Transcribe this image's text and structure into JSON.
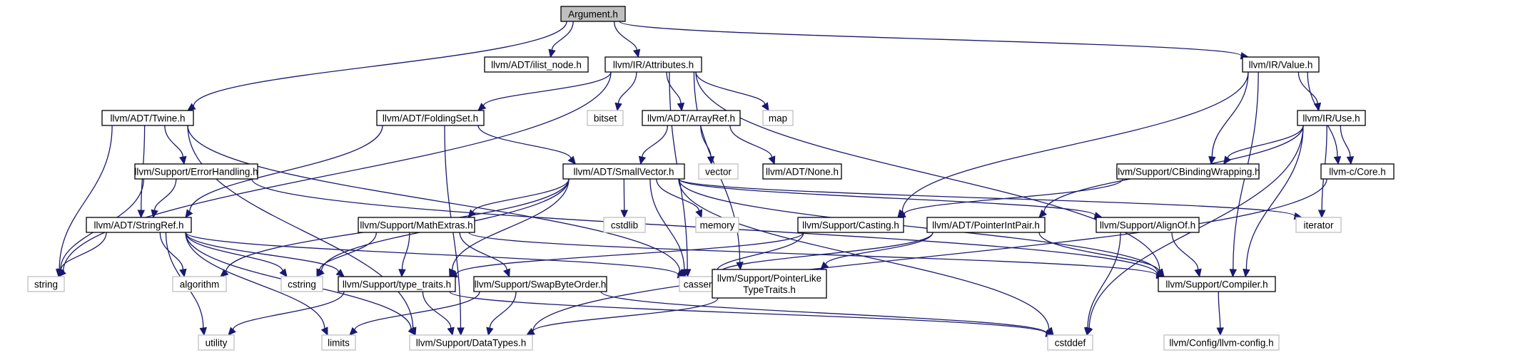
{
  "graph": {
    "root": "Argument.h",
    "nodes": [
      {
        "id": "argument",
        "label": [
          "Argument.h"
        ],
        "kind": "root"
      },
      {
        "id": "ilist",
        "label": [
          "llvm/ADT/ilist_node.h"
        ],
        "kind": "project"
      },
      {
        "id": "attributes",
        "label": [
          "llvm/IR/Attributes.h"
        ],
        "kind": "project"
      },
      {
        "id": "value",
        "label": [
          "llvm/IR/Value.h"
        ],
        "kind": "project"
      },
      {
        "id": "twine",
        "label": [
          "llvm/ADT/Twine.h"
        ],
        "kind": "project"
      },
      {
        "id": "foldingset",
        "label": [
          "llvm/ADT/FoldingSet.h"
        ],
        "kind": "project"
      },
      {
        "id": "bitset",
        "label": [
          "bitset"
        ],
        "kind": "system"
      },
      {
        "id": "arrayref",
        "label": [
          "llvm/ADT/ArrayRef.h"
        ],
        "kind": "project"
      },
      {
        "id": "map",
        "label": [
          "map"
        ],
        "kind": "system"
      },
      {
        "id": "use",
        "label": [
          "llvm/IR/Use.h"
        ],
        "kind": "project"
      },
      {
        "id": "errorhandling",
        "label": [
          "llvm/Support/ErrorHandling.h"
        ],
        "kind": "project"
      },
      {
        "id": "smallvector",
        "label": [
          "llvm/ADT/SmallVector.h"
        ],
        "kind": "project"
      },
      {
        "id": "vector",
        "label": [
          "vector"
        ],
        "kind": "system"
      },
      {
        "id": "none",
        "label": [
          "llvm/ADT/None.h"
        ],
        "kind": "project"
      },
      {
        "id": "cbinding",
        "label": [
          "llvm/Support/CBindingWrapping.h"
        ],
        "kind": "project"
      },
      {
        "id": "core",
        "label": [
          "llvm-c/Core.h"
        ],
        "kind": "project"
      },
      {
        "id": "stringref",
        "label": [
          "llvm/ADT/StringRef.h"
        ],
        "kind": "project"
      },
      {
        "id": "mathextras",
        "label": [
          "llvm/Support/MathExtras.h"
        ],
        "kind": "project"
      },
      {
        "id": "cstdlib",
        "label": [
          "cstdlib"
        ],
        "kind": "system"
      },
      {
        "id": "memory",
        "label": [
          "memory"
        ],
        "kind": "system"
      },
      {
        "id": "casting",
        "label": [
          "llvm/Support/Casting.h"
        ],
        "kind": "project"
      },
      {
        "id": "pointerintpair",
        "label": [
          "llvm/ADT/PointerIntPair.h"
        ],
        "kind": "project"
      },
      {
        "id": "alignof",
        "label": [
          "llvm/Support/AlignOf.h"
        ],
        "kind": "project"
      },
      {
        "id": "iterator",
        "label": [
          "iterator"
        ],
        "kind": "system"
      },
      {
        "id": "string",
        "label": [
          "string"
        ],
        "kind": "system"
      },
      {
        "id": "algorithm",
        "label": [
          "algorithm"
        ],
        "kind": "system"
      },
      {
        "id": "cstring",
        "label": [
          "cstring"
        ],
        "kind": "system"
      },
      {
        "id": "typetraits",
        "label": [
          "llvm/Support/type_traits.h"
        ],
        "kind": "project"
      },
      {
        "id": "swapbyteorder",
        "label": [
          "llvm/Support/SwapByteOrder.h"
        ],
        "kind": "project"
      },
      {
        "id": "cassert",
        "label": [
          "cassert"
        ],
        "kind": "system"
      },
      {
        "id": "pointerlike",
        "label": [
          "llvm/Support/PointerLike",
          "TypeTraits.h"
        ],
        "kind": "project"
      },
      {
        "id": "compiler",
        "label": [
          "llvm/Support/Compiler.h"
        ],
        "kind": "project"
      },
      {
        "id": "utility",
        "label": [
          "utility"
        ],
        "kind": "system"
      },
      {
        "id": "limits",
        "label": [
          "limits"
        ],
        "kind": "system"
      },
      {
        "id": "datatypes",
        "label": [
          "llvm/Support/DataTypes.h"
        ],
        "kind": "system"
      },
      {
        "id": "cstddef",
        "label": [
          "cstddef"
        ],
        "kind": "system"
      },
      {
        "id": "llvmconfig",
        "label": [
          "llvm/Config/llvm-config.h"
        ],
        "kind": "system"
      }
    ],
    "edges": [
      [
        "argument",
        "ilist"
      ],
      [
        "argument",
        "attributes"
      ],
      [
        "argument",
        "value"
      ],
      [
        "argument",
        "twine"
      ],
      [
        "attributes",
        "foldingset"
      ],
      [
        "attributes",
        "bitset"
      ],
      [
        "attributes",
        "arrayref"
      ],
      [
        "attributes",
        "map"
      ],
      [
        "attributes",
        "string"
      ],
      [
        "attributes",
        "cassert"
      ],
      [
        "attributes",
        "compiler"
      ],
      [
        "attributes",
        "pointerlike"
      ],
      [
        "value",
        "use"
      ],
      [
        "value",
        "cbinding"
      ],
      [
        "value",
        "core"
      ],
      [
        "value",
        "casting"
      ],
      [
        "value",
        "compiler"
      ],
      [
        "twine",
        "errorhandling"
      ],
      [
        "twine",
        "stringref"
      ],
      [
        "twine",
        "string"
      ],
      [
        "twine",
        "datatypes"
      ],
      [
        "twine",
        "cassert"
      ],
      [
        "foldingset",
        "smallvector"
      ],
      [
        "foldingset",
        "stringref"
      ],
      [
        "foldingset",
        "datatypes"
      ],
      [
        "arrayref",
        "smallvector"
      ],
      [
        "arrayref",
        "vector"
      ],
      [
        "arrayref",
        "none"
      ],
      [
        "use",
        "cbinding"
      ],
      [
        "use",
        "core"
      ],
      [
        "use",
        "pointerintpair"
      ],
      [
        "use",
        "compiler"
      ],
      [
        "use",
        "iterator"
      ],
      [
        "use",
        "cstddef"
      ],
      [
        "errorhandling",
        "stringref"
      ],
      [
        "errorhandling",
        "string"
      ],
      [
        "errorhandling",
        "compiler"
      ],
      [
        "smallvector",
        "mathextras"
      ],
      [
        "smallvector",
        "cstdlib"
      ],
      [
        "smallvector",
        "memory"
      ],
      [
        "smallvector",
        "alignof"
      ],
      [
        "smallvector",
        "iterator"
      ],
      [
        "smallvector",
        "typetraits"
      ],
      [
        "smallvector",
        "cassert"
      ],
      [
        "smallvector",
        "compiler"
      ],
      [
        "smallvector",
        "algorithm"
      ],
      [
        "smallvector",
        "cstring"
      ],
      [
        "smallvector",
        "cstddef"
      ],
      [
        "cbinding",
        "casting"
      ],
      [
        "core",
        "datatypes"
      ],
      [
        "stringref",
        "string"
      ],
      [
        "stringref",
        "algorithm"
      ],
      [
        "stringref",
        "cstring"
      ],
      [
        "stringref",
        "typetraits"
      ],
      [
        "stringref",
        "utility"
      ],
      [
        "stringref",
        "limits"
      ],
      [
        "stringref",
        "cassert"
      ],
      [
        "stringref",
        "datatypes"
      ],
      [
        "mathextras",
        "cstring"
      ],
      [
        "mathextras",
        "typetraits"
      ],
      [
        "mathextras",
        "swapbyteorder"
      ],
      [
        "mathextras",
        "compiler"
      ],
      [
        "casting",
        "cassert"
      ],
      [
        "casting",
        "typetraits"
      ],
      [
        "pointerintpair",
        "cassert"
      ],
      [
        "pointerintpair",
        "pointerlike"
      ],
      [
        "pointerintpair",
        "compiler"
      ],
      [
        "alignof",
        "compiler"
      ],
      [
        "alignof",
        "cstddef"
      ],
      [
        "typetraits",
        "utility"
      ],
      [
        "typetraits",
        "datatypes"
      ],
      [
        "typetraits",
        "cstddef"
      ],
      [
        "swapbyteorder",
        "limits"
      ],
      [
        "swapbyteorder",
        "datatypes"
      ],
      [
        "swapbyteorder",
        "cstddef"
      ],
      [
        "pointerlike",
        "datatypes"
      ],
      [
        "compiler",
        "llvmconfig"
      ]
    ]
  }
}
